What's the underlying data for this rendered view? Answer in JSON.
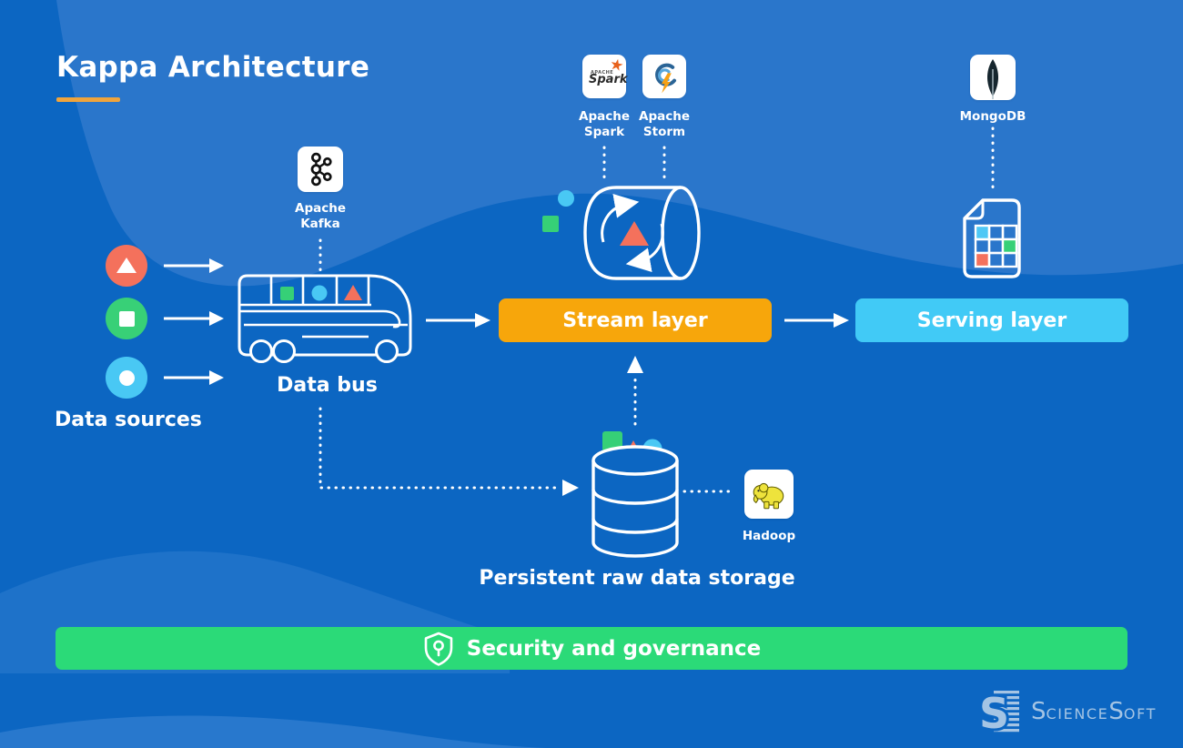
{
  "title": "Kappa Architecture",
  "nodes": {
    "data_sources": "Data sources",
    "data_bus": "Data bus",
    "stream_layer": "Stream layer",
    "serving_layer": "Serving layer",
    "persistent_storage": "Persistent raw data storage",
    "security": "Security and governance"
  },
  "tech": {
    "kafka": {
      "line1": "Apache",
      "line2": "Kafka"
    },
    "spark": {
      "line1": "Apache",
      "line2": "Spark",
      "logo_small": "APACHE",
      "logo_main": "Spark"
    },
    "storm": {
      "line1": "Apache",
      "line2": "Storm"
    },
    "mongodb": {
      "label": "MongoDB"
    },
    "hadoop": {
      "label": "Hadoop"
    }
  },
  "branding": {
    "s1": "S",
    "s2": "cience",
    "s3": "S",
    "s4": "oft"
  },
  "colors": {
    "background": "#0c66c2",
    "wave_light": "#2a76cb",
    "stream_orange": "#f7a60b",
    "underline_orange": "#f0a43c",
    "serving_blue": "#41caf6",
    "security_green": "#2bda78",
    "shape_red": "#f4715c",
    "shape_green": "#38d077",
    "shape_blue": "#49c8f4",
    "logo_blue": "#a4c4e4"
  }
}
